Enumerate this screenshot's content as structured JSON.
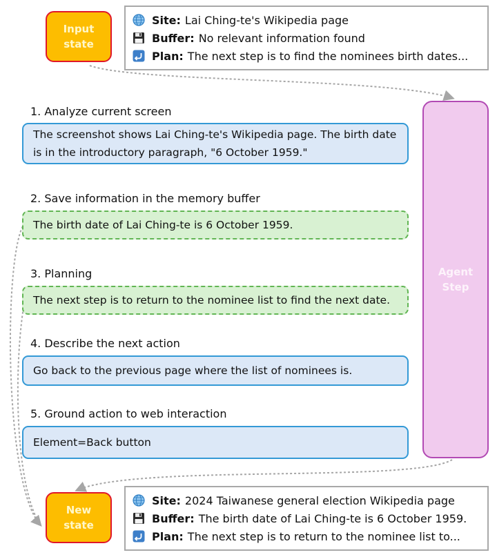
{
  "input_state": {
    "label": "Input state"
  },
  "input_info": {
    "site_label": "Site:",
    "site_value": "Lai Ching-te's Wikipedia page",
    "buffer_label": "Buffer:",
    "buffer_value": "No relevant information found",
    "plan_label": "Plan:",
    "plan_value": "The next step is to find the nominees birth dates..."
  },
  "steps": [
    {
      "title": "1. Analyze current screen",
      "text": "The screenshot shows Lai Ching-te's Wikipedia page. The birth date is in the introductory paragraph, \"6 October 1959.\""
    },
    {
      "title": "2. Save information in the memory buffer",
      "text": "The birth date of Lai Ching-te is 6 October 1959."
    },
    {
      "title": "3. Planning",
      "text": "The next step is to return to the nominee list to find the next date."
    },
    {
      "title": "4. Describe the next action",
      "text": "Go back to the previous page where the list of nominees is."
    },
    {
      "title": "5. Ground action to web interaction",
      "text": "Element=Back button"
    }
  ],
  "agent_step": {
    "label": "Agent Step"
  },
  "new_state": {
    "label": "New state"
  },
  "new_info": {
    "site_label": "Site:",
    "site_value": "2024 Taiwanese general election Wikipedia page",
    "buffer_label": "Buffer:",
    "buffer_value": "The birth date of Lai Ching-te is 6 October 1959.",
    "plan_label": "Plan:",
    "plan_value": "The next step is to return to the nominee list to..."
  },
  "icons": {
    "site": "globe-icon",
    "buffer": "floppy-disk-icon",
    "plan": "return-arrow-icon"
  },
  "colors": {
    "state_fill": "#fdbd00",
    "state_border": "#e0172a",
    "agent_fill": "#f1cbee",
    "agent_border": "#b24ab4",
    "blue_fill": "#dce8f7",
    "blue_border": "#3399d6",
    "green_fill": "#d8f1d2",
    "green_border": "#61b553"
  }
}
